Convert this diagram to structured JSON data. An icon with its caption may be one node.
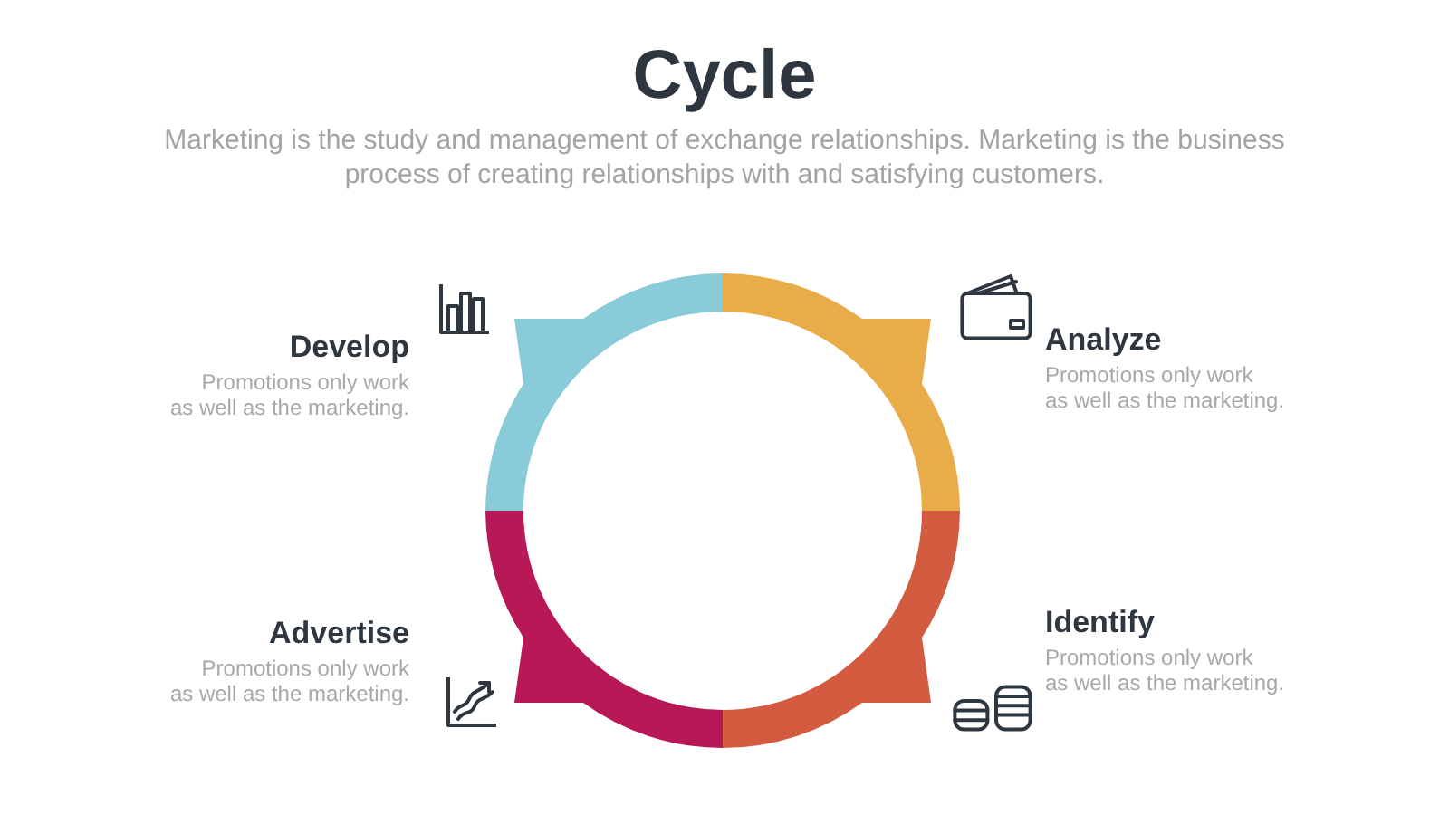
{
  "diagram": {
    "title": "Cycle",
    "nodes": [
      {
        "text": [],
        "shape": "arc",
        "beside": [
          "Develop",
          "Promotions only work as well as the marketing."
        ]
      },
      {
        "text": [],
        "shape": "arc",
        "beside": [
          "Analyze",
          "Promotions only work as well as the marketing."
        ]
      },
      {
        "text": [],
        "shape": "arc",
        "beside": [
          "Advertise",
          "Promotions only work as well as the marketing."
        ]
      },
      {
        "text": [],
        "shape": "arc",
        "beside": [
          "Identify",
          "Promotions only work as well as the marketing."
        ]
      }
    ],
    "labels": [
      "Marketing is the study and management of exchange relationships. Marketing is the business process of creating relationships with and satisfying customers."
    ]
  }
}
